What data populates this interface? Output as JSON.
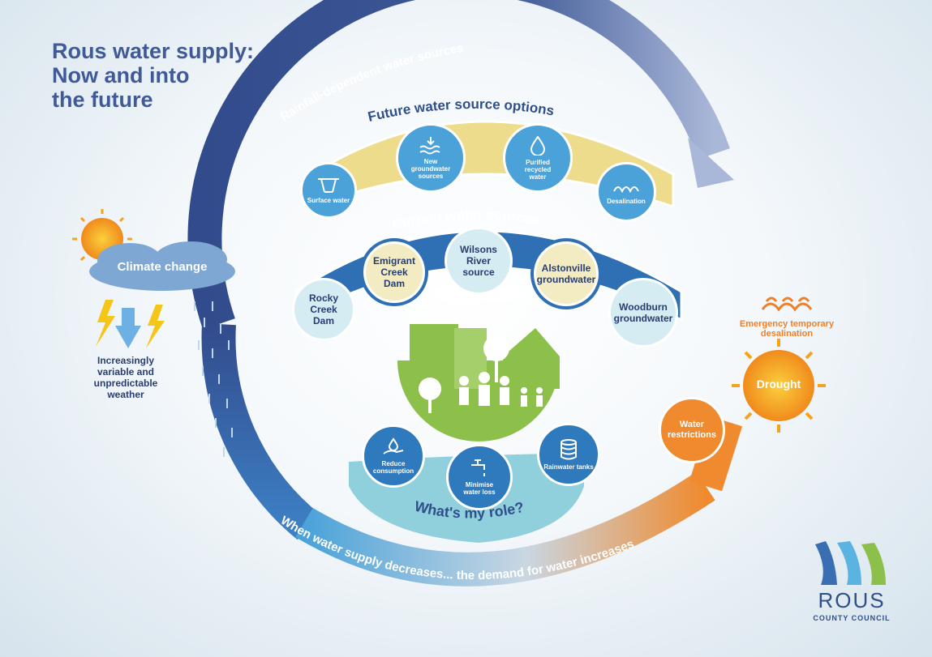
{
  "title_lines": [
    "Rous water supply:",
    "Now and into",
    "the future"
  ],
  "arc_top_label": "Rainfall-dependent water sources",
  "arc_bottom_label": "When water supply decreases... the demand for water increases",
  "future_options": {
    "heading": "Future water source options",
    "items": [
      {
        "label": "Surface water",
        "icon": "dam-icon"
      },
      {
        "label": "New groundwater sources",
        "icon": "groundwater-icon"
      },
      {
        "label": "Purified recycled water",
        "icon": "water-drop-icon"
      },
      {
        "label": "Desalination",
        "icon": "waves-icon"
      }
    ]
  },
  "current_sources": {
    "heading": "Current water sources",
    "items": [
      {
        "label": "Rocky Creek Dam"
      },
      {
        "label": "Emigrant Creek Dam"
      },
      {
        "label": "Wilsons River source"
      },
      {
        "label": "Alstonville groundwater"
      },
      {
        "label": "Woodburn groundwater"
      }
    ]
  },
  "my_role": {
    "heading": "What's my role?",
    "items": [
      {
        "label": "Reduce consumption",
        "icon": "hand-drop-icon"
      },
      {
        "label": "Minimise water loss",
        "icon": "tap-icon"
      },
      {
        "label": "Rainwater tanks",
        "icon": "tank-icon"
      }
    ]
  },
  "climate": {
    "cloud_label": "Climate change",
    "weather_text": [
      "Increasingly",
      "variable and",
      "unpredictable",
      "weather"
    ]
  },
  "drought": {
    "label": "Drought",
    "emergency_label": [
      "Emergency temporary",
      "desalination"
    ],
    "restrictions_label": [
      "Water",
      "restrictions"
    ]
  },
  "logo": {
    "name": "ROUS",
    "sub": "COUNTY COUNCIL"
  },
  "colors": {
    "navy": "#3f5a97",
    "blue": "#2f6fb4",
    "light_blue": "#4aa2d9",
    "yellow": "#ecdc8b",
    "orange": "#f07f2a",
    "green": "#8cc04b"
  }
}
